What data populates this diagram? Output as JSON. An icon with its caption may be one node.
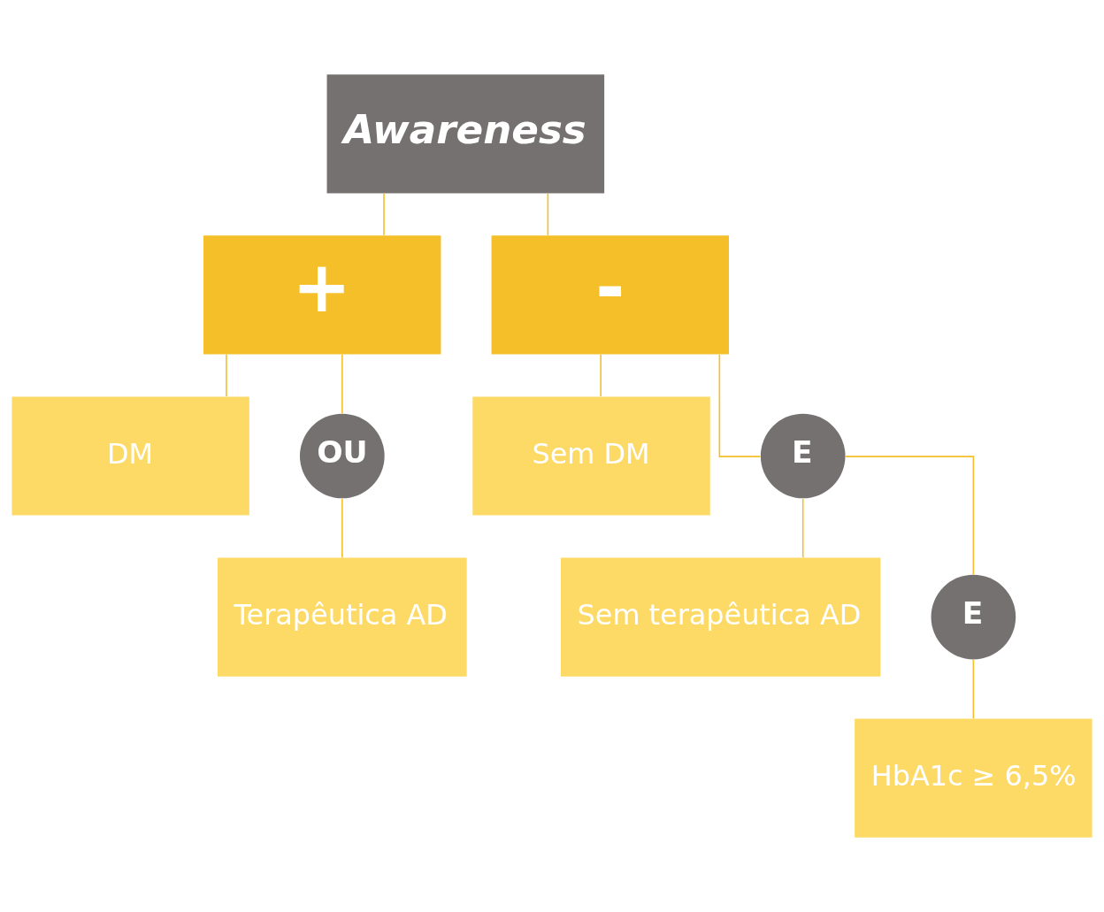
{
  "diagram": {
    "nodes": [
      {
        "text": [
          "Awareness"
        ]
      },
      {
        "text": [
          "+"
        ]
      },
      {
        "text": [
          "-"
        ]
      },
      {
        "text": [
          "DM"
        ]
      },
      {
        "text": [
          "OU"
        ]
      },
      {
        "text": [
          "Terapêutica AD"
        ]
      },
      {
        "text": [
          "Sem DM"
        ]
      },
      {
        "text": [
          "E"
        ]
      },
      {
        "text": [
          "Sem terapêutica AD"
        ]
      },
      {
        "text": [
          "E"
        ]
      },
      {
        "text": [
          "HbA1c ≥ 6,5%"
        ]
      }
    ],
    "edges": [
      {
        "from": 0,
        "to": 1,
        "arrow": "none"
      },
      {
        "from": 0,
        "to": 2,
        "arrow": "none"
      },
      {
        "from": 1,
        "to": 3,
        "arrow": "none"
      },
      {
        "from": 1,
        "to": 4,
        "arrow": "none"
      },
      {
        "from": 4,
        "to": 5,
        "arrow": "none"
      },
      {
        "from": 2,
        "to": 6,
        "arrow": "none"
      },
      {
        "from": 2,
        "to": 7,
        "arrow": "none"
      },
      {
        "from": 7,
        "to": 8,
        "arrow": "none"
      },
      {
        "from": 7,
        "to": 9,
        "arrow": "none"
      },
      {
        "from": 9,
        "to": 10,
        "arrow": "none"
      }
    ]
  }
}
